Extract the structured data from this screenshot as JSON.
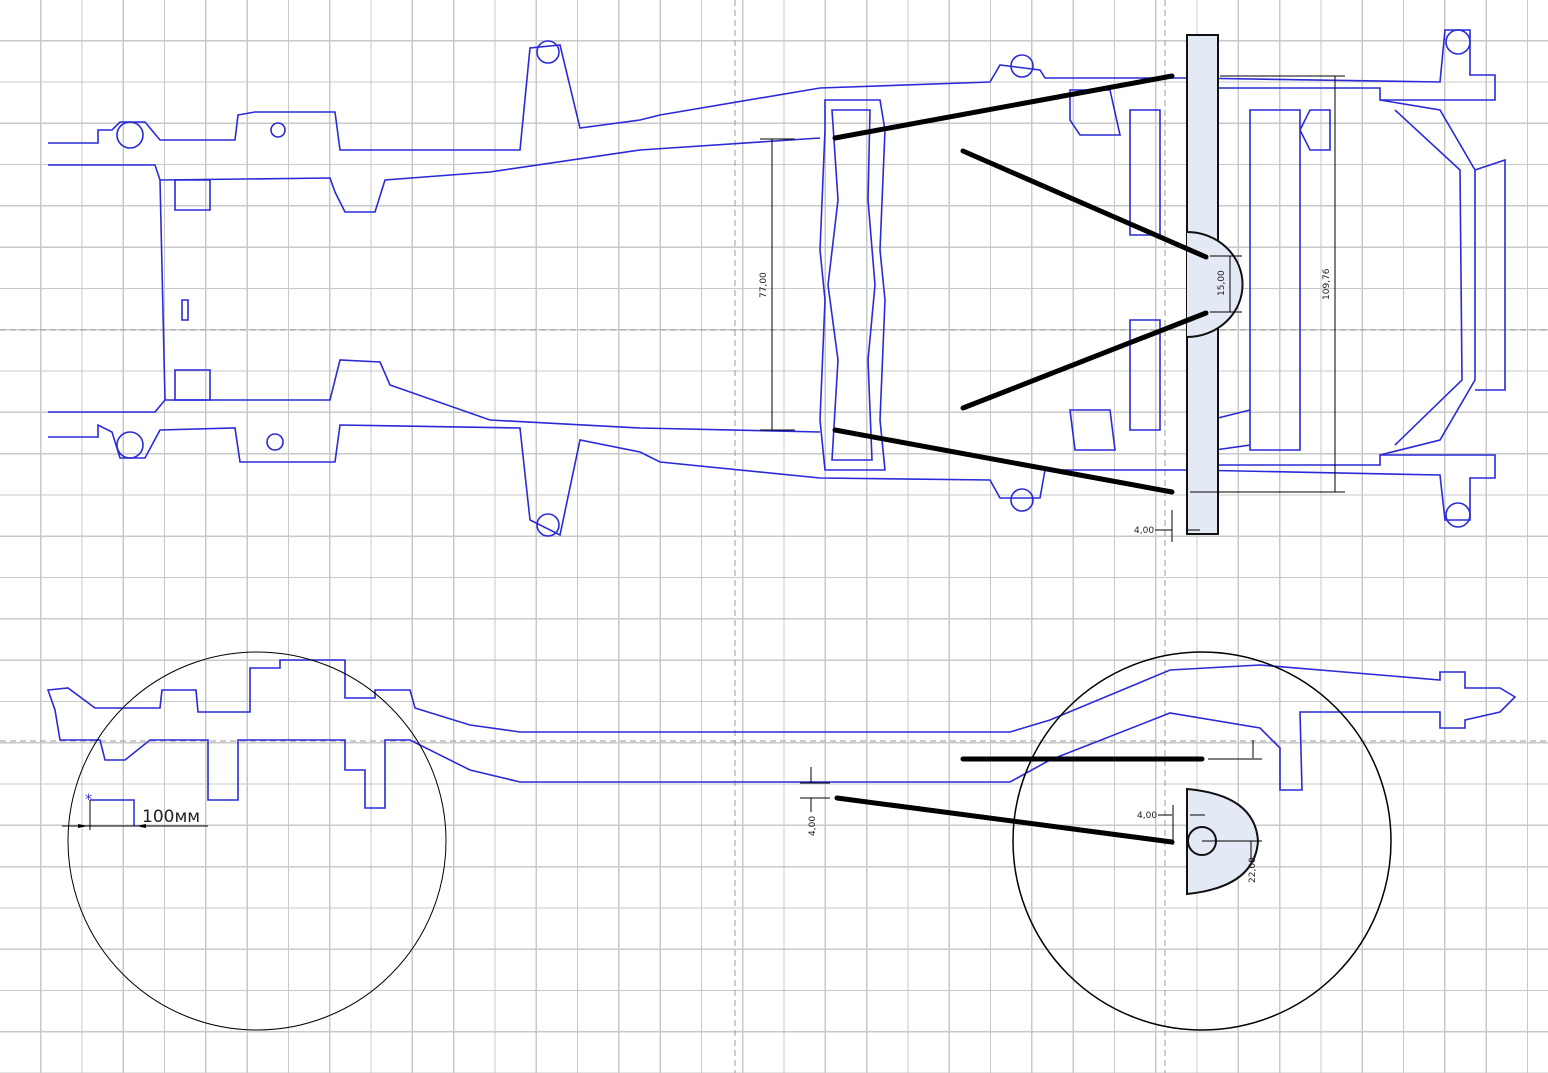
{
  "drawing": {
    "colors": {
      "frame": "#2a2ad8",
      "part_fill": "#e3e9f5",
      "grid": "#c9c9c9"
    },
    "top_view": {
      "dim_inner_width": "77,00",
      "dim_overall_width": "109,76",
      "dim_slot": "15,00",
      "dim_offset": "4,00"
    },
    "side_view": {
      "dim_gap": "4,00",
      "dim_offset": "4,00",
      "dim_radius": "22,00",
      "scale_label": "100мм"
    }
  }
}
